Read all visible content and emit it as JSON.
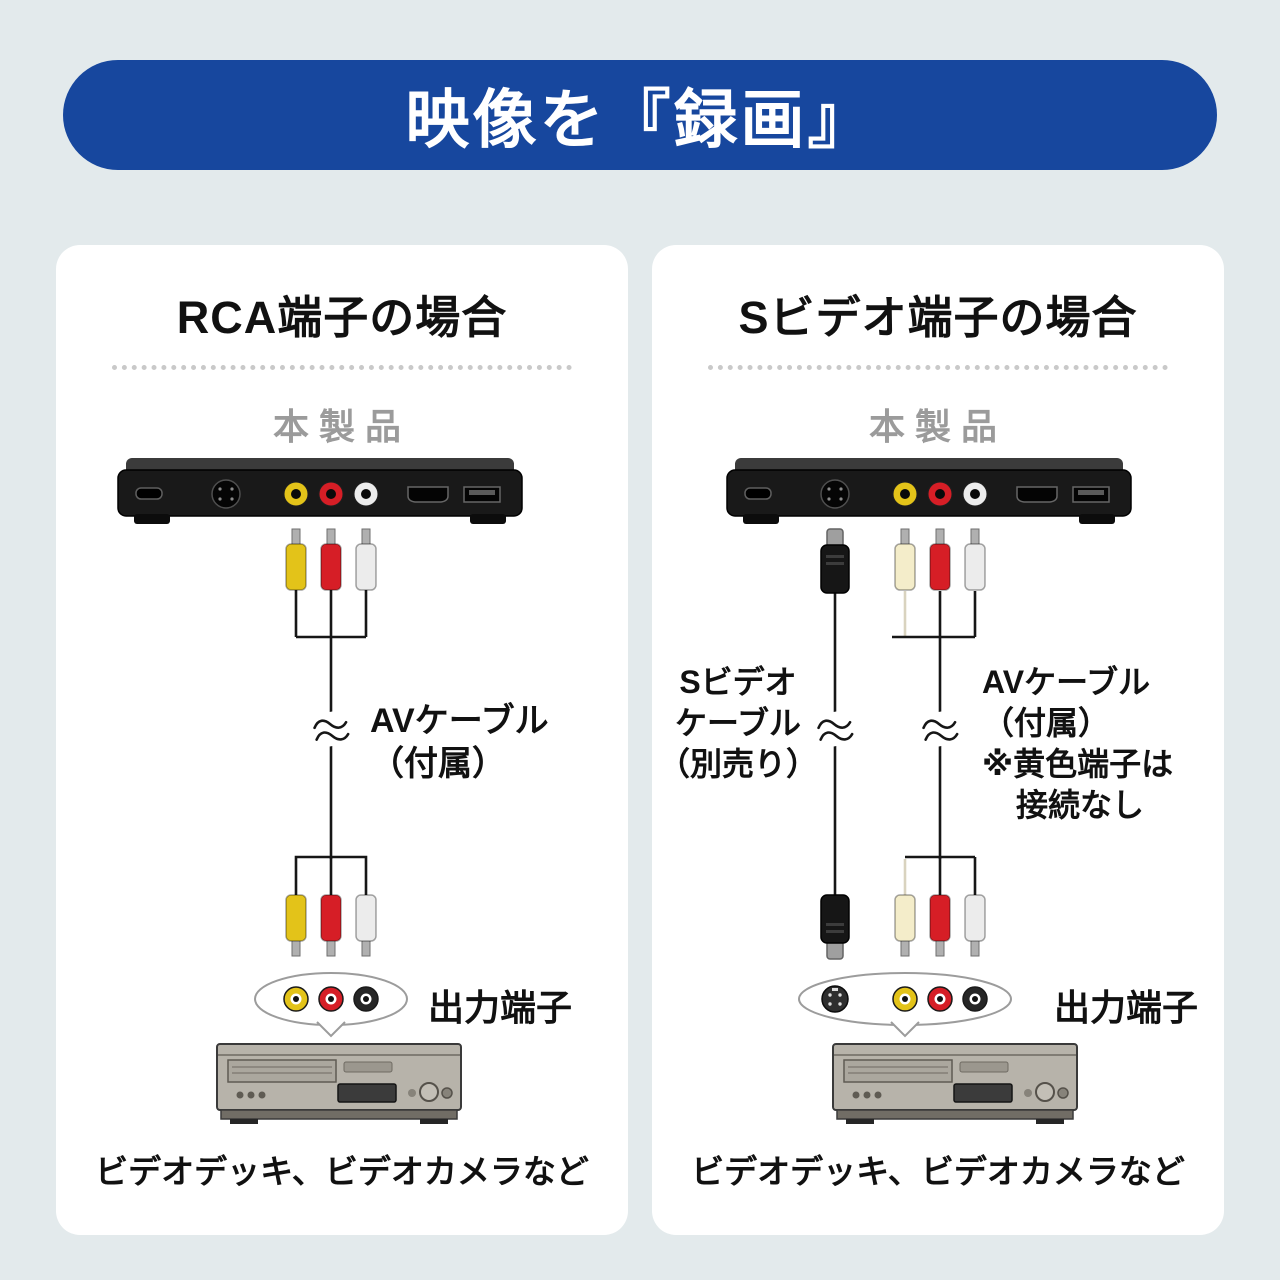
{
  "header": {
    "title": "映像を『録画』"
  },
  "cards": [
    {
      "id": "rca",
      "title": "RCA端子の場合",
      "product_label": "本製品",
      "cable_labels": {
        "av_line1": "AVケーブル",
        "av_line2": "（付属）"
      },
      "output_label": "出力端子",
      "caption": "ビデオデッキ、ビデオカメラなど"
    },
    {
      "id": "svideo",
      "title": "Sビデオ端子の場合",
      "product_label": "本製品",
      "cable_labels": {
        "svideo_line1": "Sビデオ",
        "svideo_line2": "ケーブル",
        "svideo_line3": "（別売り）",
        "av_line1": "AVケーブル",
        "av_line2": "（付属）",
        "av_note1": "※黄色端子は",
        "av_note2": "接続なし"
      },
      "output_label": "出力端子",
      "caption": "ビデオデッキ、ビデオカメラなど"
    }
  ],
  "colors": {
    "background": "#e3eaec",
    "banner_blue": "#17479e",
    "rca_yellow": "#e3c319",
    "rca_red": "#d61e26",
    "rca_white": "#ececec",
    "rca_yellow_unused": "#f4edca",
    "device_black": "#191919",
    "vcr_gray": "#b7b3aa"
  }
}
